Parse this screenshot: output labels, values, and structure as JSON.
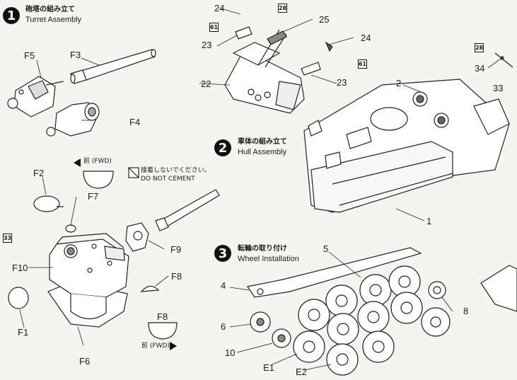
{
  "steps": [
    {
      "number": "1",
      "title_jp": "砲塔の組み立て",
      "title_en": "Turret Assembly"
    },
    {
      "number": "2",
      "title_jp": "車体の組み立て",
      "title_en": "Hull Assembly"
    },
    {
      "number": "3",
      "title_jp": "転輪の取り付け",
      "title_en": "Wheel Installation"
    }
  ],
  "turret_parts": {
    "f5": "F5",
    "f3": "F3",
    "f4": "F4",
    "f2": "F2",
    "f7": "F7",
    "f10": "F10",
    "f1": "F1",
    "f6": "F6",
    "f9": "F9",
    "f8": "F8",
    "f8_view": "F8"
  },
  "fwd_label": "前 (FWD)",
  "do_not_cement": {
    "jp": "接着しないでください。",
    "en": "DO NOT CEMENT"
  },
  "hull_parts": {
    "p24a": "24",
    "p25": "25",
    "p23a": "23",
    "p22": "22",
    "p24b": "24",
    "p23b": "23",
    "p34": "34",
    "p33": "33",
    "p2": "2",
    "p1": "1"
  },
  "wheel_parts": {
    "p5": "5",
    "p4": "4",
    "p6": "6",
    "p10": "10",
    "p8": "8",
    "e1": "E1",
    "e2": "E2"
  },
  "badges": {
    "b28a": "28",
    "b61a": "61",
    "b61b": "61",
    "b28b": "28",
    "b33": "33"
  }
}
